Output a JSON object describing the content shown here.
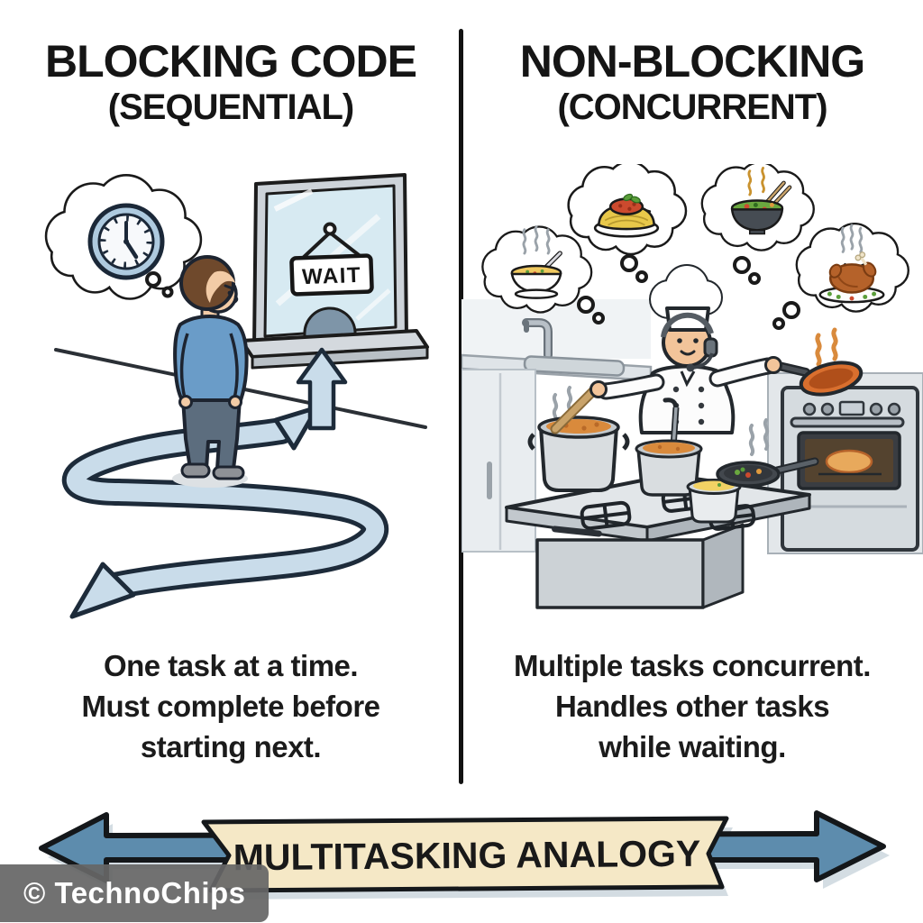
{
  "left_panel": {
    "title": "BLOCKING CODE",
    "subtitle": "(SEQUENTIAL)",
    "wait_sign_label": "WAIT",
    "caption_lines": [
      "One task at a time.",
      "Must complete before",
      "starting next."
    ],
    "icons": [
      "thought-bubble-clock-icon",
      "wait-window-icon",
      "waiting-person-icon",
      "advance-up-arrow-icon",
      "winding-path-arrow-icon"
    ]
  },
  "right_panel": {
    "title": "NON-BLOCKING",
    "subtitle": "(CONCURRENT)",
    "caption_lines": [
      "Multiple tasks concurrent.",
      "Handles other tasks",
      "while waiting."
    ],
    "icons": [
      "thought-bubble-soup-icon",
      "thought-bubble-spaghetti-icon",
      "thought-bubble-stirfry-bowl-icon",
      "thought-bubble-roast-turkey-icon",
      "chef-icon",
      "stove-pots-icon",
      "oven-icon",
      "frying-pan-icon"
    ]
  },
  "banner": {
    "label": "MULTITASKING ANALOGY"
  },
  "watermark": {
    "text": "© TechnoChips"
  },
  "colors": {
    "background": "#ffffff",
    "ink": "#161616",
    "light_blue_arrow": "#c9dcea",
    "arrow_outline": "#1d2b3a",
    "banner_arrow_blue": "#5d8cad",
    "banner_ribbon_cream": "#f5e8c6",
    "watermark_bg": "#666666",
    "watermark_text": "#ffffff",
    "person_shirt_blue": "#6a9cc8",
    "pan_orange": "#d96f2e",
    "stew_orange": "#d98a3c",
    "soup_yellow": "#f0c95f",
    "window_glass_blue": "#d7eaf2"
  }
}
